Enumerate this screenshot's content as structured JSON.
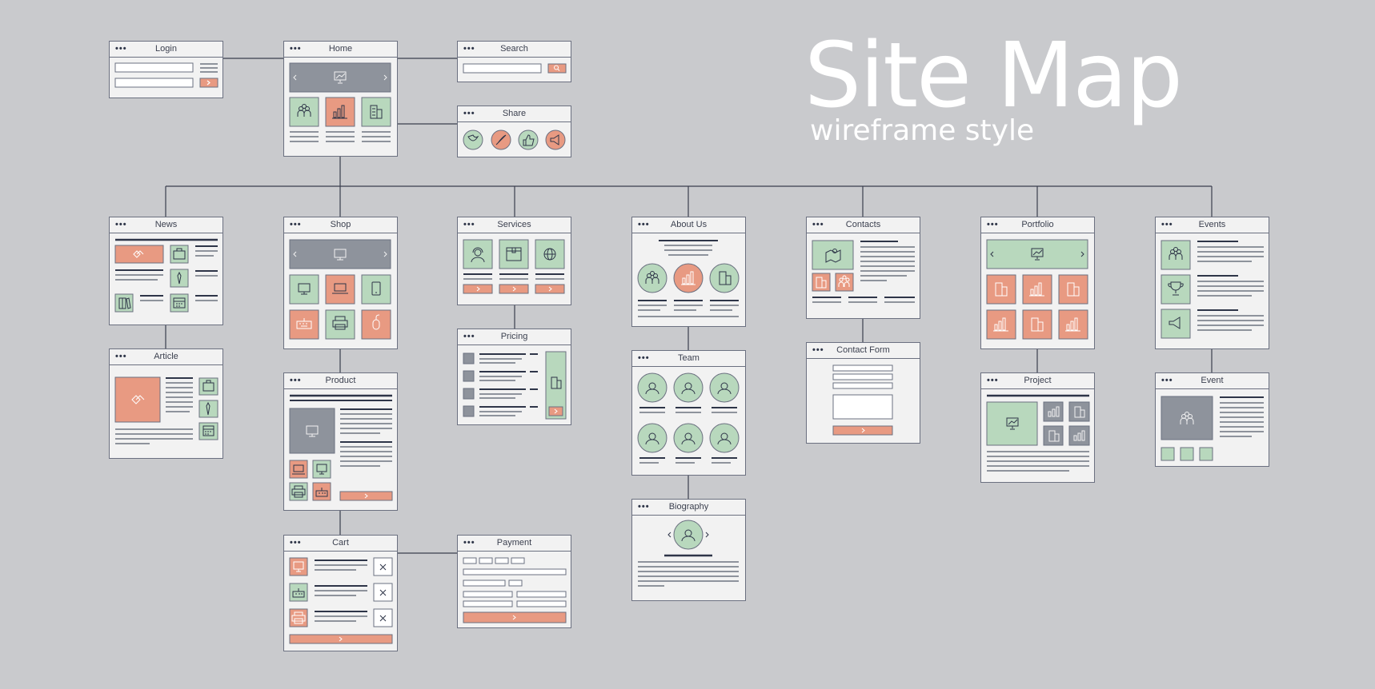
{
  "title": "Site Map",
  "subtitle": "wireframe style",
  "window_dots": "•••",
  "pages": {
    "login": "Login",
    "home": "Home",
    "search": "Search",
    "share": "Share",
    "news": "News",
    "article": "Article",
    "shop": "Shop",
    "product": "Product",
    "cart": "Cart",
    "payment": "Payment",
    "services": "Services",
    "pricing": "Pricing",
    "about_us": "About Us",
    "team": "Team",
    "biography": "Biography",
    "contacts": "Contacts",
    "contact_form": "Contact Form",
    "portfolio": "Portfolio",
    "project": "Project",
    "events": "Events",
    "event": "Event"
  },
  "colors": {
    "background": "#c9cacd",
    "window": "#f2f2f2",
    "outline": "#6b7080",
    "green": "#b8d8bd",
    "salmon": "#e89a82",
    "gray": "#8e939c",
    "navy": "#2e3548",
    "line": "#8e939c"
  },
  "icons": [
    "presentation-icon",
    "people-icon",
    "bar-chart-icon",
    "building-icon",
    "twitter-icon",
    "pen-icon",
    "thumbs-up-icon",
    "megaphone-icon",
    "monitor-icon",
    "laptop-icon",
    "tablet-icon",
    "keyboard-icon",
    "printer-icon",
    "mouse-icon",
    "support-agent-icon",
    "box-icon",
    "globe-icon",
    "handshake-icon",
    "briefcase-icon",
    "tie-icon",
    "calendar-icon",
    "books-icon",
    "map-icon",
    "trophy-icon",
    "search-icon",
    "arrow-right-icon",
    "close-icon"
  ]
}
